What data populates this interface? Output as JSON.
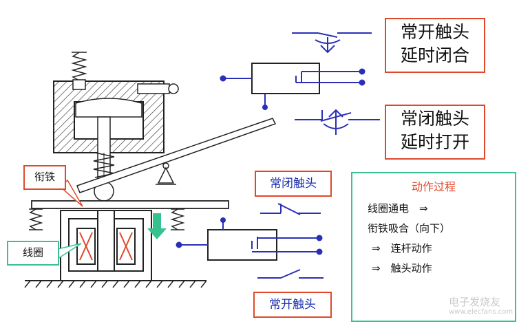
{
  "labels": {
    "no_delay_close_line1": "常开触头",
    "no_delay_close_line2": "延时闭合",
    "nc_delay_open_line1": "常闭触头",
    "nc_delay_open_line2": "延时打开",
    "nc_contact": "常闭触头",
    "no_contact": "常开触头",
    "armature": "衔铁",
    "coil": "线圈"
  },
  "process": {
    "title": "动作过程",
    "steps": [
      "线圈通电　⇒",
      "衔铁吸合（向下）",
      "⇒　连杆动作",
      "⇒　触头动作"
    ]
  },
  "watermark": {
    "text": "电子发烧友",
    "url": "www.elecfans.com"
  },
  "colors": {
    "outline": "#e0482a",
    "process_border": "#3bbf94",
    "contact_blue": "#2a2fb8",
    "arrow_green": "#36c28e",
    "hatch": "#333333"
  }
}
